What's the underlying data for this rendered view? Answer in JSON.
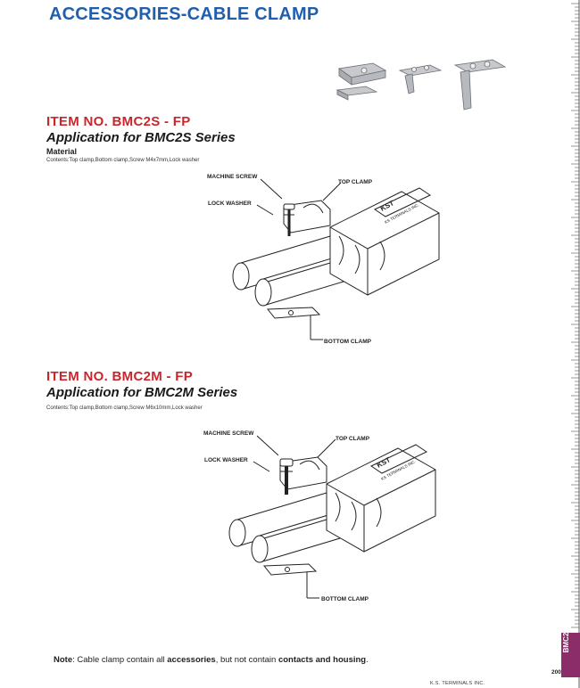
{
  "page": {
    "title": "ACCESSORIES-CABLE CLAMP",
    "side_tab": "BMC2",
    "page_number": "200",
    "footer": "K.S. TERMINALS INC."
  },
  "item1": {
    "item_no": "ITEM NO. BMC2S - FP",
    "application": "Application for BMC2S Series",
    "material_label": "Material",
    "contents": "Contents:Top clamp,Bottom clamp,Screw M4x7mm,Lock washer",
    "callouts": {
      "machine_screw": "MACHINE SCREW",
      "top_clamp": "TOP CLAMP",
      "lock_washer": "LOCK WASHER",
      "bottom_clamp": "BOTTOM CLAMP"
    },
    "housing_text": {
      "brand": "KST",
      "maker": "KS TERMINALS INC."
    }
  },
  "item2": {
    "item_no": "ITEM NO. BMC2M - FP",
    "application": "Application for BMC2M Series",
    "contents": "Contents:Top clamp,Bottom clamp,Screw M6x10mm,Lock washer",
    "callouts": {
      "machine_screw": "MACHINE SCREW",
      "top_clamp": "TOP CLAMP",
      "lock_washer": "LOCK WASHER",
      "bottom_clamp": "BOTTOM CLAMP"
    },
    "housing_text": {
      "brand": "KST",
      "maker": "KS TERMINALS INC."
    }
  },
  "note": {
    "label": "Note",
    "text_pre": ": Cable clamp contain all ",
    "bold1": "accessories",
    "text_mid": ", but not contain ",
    "bold2": "contacts and housing",
    "text_post": "."
  },
  "colors": {
    "title_blue": "#1f5fae",
    "item_red": "#c9262c",
    "tab_purple": "#8a2d68"
  }
}
